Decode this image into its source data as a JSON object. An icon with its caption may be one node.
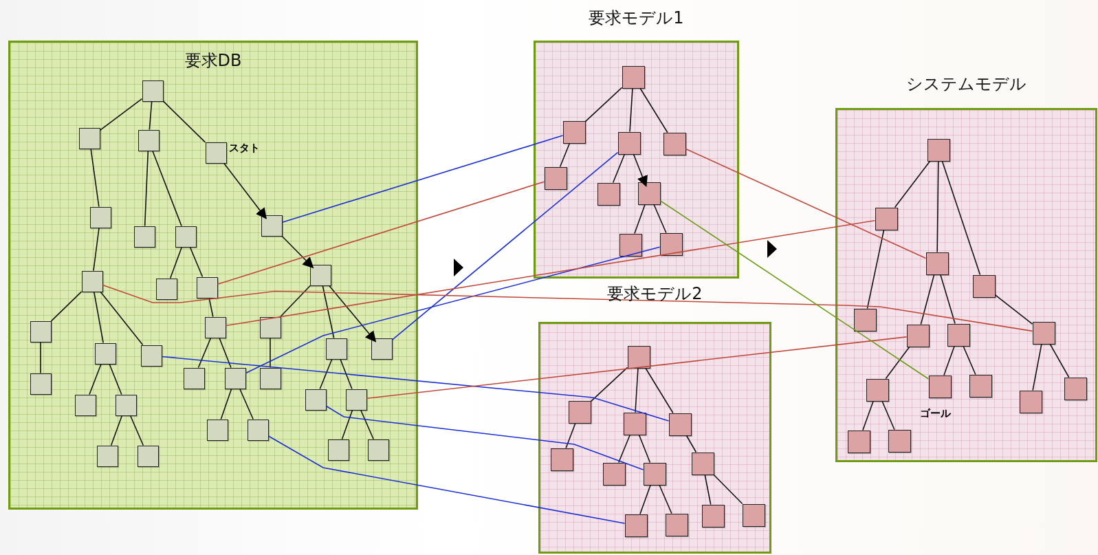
{
  "diagram": {
    "nodes": [
      {
        "text": [
          "要求DB"
        ]
      },
      {
        "text": [],
        "shape": "box",
        "in": 0
      },
      {
        "text": [],
        "shape": "box",
        "in": 0
      },
      {
        "text": [],
        "shape": "box",
        "in": 0
      },
      {
        "text": [],
        "shape": "box",
        "in": 0,
        "beside": [
          "スタト"
        ]
      },
      {
        "text": [],
        "shape": "box",
        "in": 0
      },
      {
        "text": [],
        "shape": "box",
        "in": 0
      },
      {
        "text": [],
        "shape": "box",
        "in": 0
      },
      {
        "text": [],
        "shape": "box",
        "in": 0
      },
      {
        "text": [],
        "shape": "box",
        "in": 0
      },
      {
        "text": [],
        "shape": "box",
        "in": 0
      },
      {
        "text": [],
        "shape": "box",
        "in": 0
      },
      {
        "text": [],
        "shape": "box",
        "in": 0
      },
      {
        "text": [],
        "shape": "box",
        "in": 0
      },
      {
        "text": [],
        "shape": "box",
        "in": 0
      },
      {
        "text": [],
        "shape": "box",
        "in": 0
      },
      {
        "text": [],
        "shape": "box",
        "in": 0
      },
      {
        "text": [],
        "shape": "box",
        "in": 0
      },
      {
        "text": [],
        "shape": "box",
        "in": 0
      },
      {
        "text": [],
        "shape": "box",
        "in": 0
      },
      {
        "text": [],
        "shape": "box",
        "in": 0
      },
      {
        "text": [],
        "shape": "box",
        "in": 0
      },
      {
        "text": [],
        "shape": "box",
        "in": 0
      },
      {
        "text": [],
        "shape": "box",
        "in": 0
      },
      {
        "text": [],
        "shape": "box",
        "in": 0
      },
      {
        "text": [],
        "shape": "box",
        "in": 0
      },
      {
        "text": [],
        "shape": "box",
        "in": 0
      },
      {
        "text": [],
        "shape": "box",
        "in": 0
      },
      {
        "text": [],
        "shape": "box",
        "in": 0
      },
      {
        "text": [],
        "shape": "box",
        "in": 0
      },
      {
        "text": [],
        "shape": "box",
        "in": 0
      },
      {
        "text": [],
        "shape": "box",
        "in": 0
      },
      {
        "text": [],
        "shape": "box",
        "in": 0
      },
      {
        "text": [],
        "shape": "box",
        "in": 0
      },
      {
        "text": [
          "要求モデル1"
        ]
      },
      {
        "text": [],
        "shape": "box",
        "in": 34
      },
      {
        "text": [],
        "shape": "box",
        "in": 34
      },
      {
        "text": [],
        "shape": "box",
        "in": 34
      },
      {
        "text": [],
        "shape": "box",
        "in": 34
      },
      {
        "text": [],
        "shape": "box",
        "in": 34
      },
      {
        "text": [],
        "shape": "box",
        "in": 34
      },
      {
        "text": [],
        "shape": "box",
        "in": 34
      },
      {
        "text": [],
        "shape": "box",
        "in": 34
      },
      {
        "text": [],
        "shape": "box",
        "in": 34
      },
      {
        "text": [
          "システムモデル"
        ]
      },
      {
        "text": [],
        "shape": "box",
        "in": 44
      },
      {
        "text": [],
        "shape": "box",
        "in": 44
      },
      {
        "text": [],
        "shape": "box",
        "in": 44
      },
      {
        "text": [],
        "shape": "box",
        "in": 44
      },
      {
        "text": [],
        "shape": "box",
        "in": 44
      },
      {
        "text": [],
        "shape": "box",
        "in": 44
      },
      {
        "text": [],
        "shape": "box",
        "in": 44
      },
      {
        "text": [],
        "shape": "box",
        "in": 44
      },
      {
        "text": [],
        "shape": "box",
        "in": 44
      },
      {
        "text": [],
        "shape": "box",
        "in": 44,
        "beside": [
          "ゴール"
        ]
      },
      {
        "text": [],
        "shape": "box",
        "in": 44
      },
      {
        "text": [],
        "shape": "box",
        "in": 44
      },
      {
        "text": [],
        "shape": "box",
        "in": 44
      },
      {
        "text": [],
        "shape": "box",
        "in": 44
      },
      {
        "text": [],
        "shape": "box",
        "in": 44
      },
      {
        "text": [
          "要求モデル2"
        ]
      },
      {
        "text": [],
        "shape": "box",
        "in": 60
      },
      {
        "text": [],
        "shape": "box",
        "in": 60
      },
      {
        "text": [],
        "shape": "box",
        "in": 60
      },
      {
        "text": [],
        "shape": "box",
        "in": 60
      },
      {
        "text": [],
        "shape": "box",
        "in": 60
      },
      {
        "text": [],
        "shape": "box",
        "in": 60
      },
      {
        "text": [],
        "shape": "box",
        "in": 60
      },
      {
        "text": [],
        "shape": "box",
        "in": 60
      },
      {
        "text": [],
        "shape": "box",
        "in": 60
      },
      {
        "text": [],
        "shape": "box",
        "in": 60
      },
      {
        "text": [],
        "shape": "box",
        "in": 60
      },
      {
        "text": [],
        "shape": "box",
        "in": 60
      }
    ],
    "edges": [
      {
        "from": 1,
        "to": 2,
        "arrow": "none"
      },
      {
        "from": 1,
        "to": 3,
        "arrow": "none"
      },
      {
        "from": 1,
        "to": 4,
        "arrow": "none"
      },
      {
        "from": 2,
        "to": 5,
        "arrow": "none"
      },
      {
        "from": 3,
        "to": 6,
        "arrow": "none"
      },
      {
        "from": 3,
        "to": 7,
        "arrow": "none"
      },
      {
        "from": 4,
        "to": 8,
        "arrow": "to"
      },
      {
        "from": 5,
        "to": 9,
        "arrow": "none"
      },
      {
        "from": 7,
        "to": 10,
        "arrow": "none"
      },
      {
        "from": 7,
        "to": 11,
        "arrow": "none"
      },
      {
        "from": 8,
        "to": 12,
        "arrow": "to"
      },
      {
        "from": 9,
        "to": 13,
        "arrow": "none"
      },
      {
        "from": 9,
        "to": 14,
        "arrow": "none"
      },
      {
        "from": 9,
        "to": 15,
        "arrow": "none"
      },
      {
        "from": 11,
        "to": 16,
        "arrow": "none"
      },
      {
        "from": 12,
        "to": 17,
        "arrow": "none"
      },
      {
        "from": 12,
        "to": 18,
        "arrow": "none"
      },
      {
        "from": 12,
        "to": 19,
        "arrow": "to"
      },
      {
        "from": 13,
        "to": 20,
        "arrow": "none"
      },
      {
        "from": 14,
        "to": 21,
        "arrow": "none"
      },
      {
        "from": 14,
        "to": 22,
        "arrow": "none"
      },
      {
        "from": 16,
        "to": 23,
        "arrow": "none"
      },
      {
        "from": 16,
        "to": 24,
        "arrow": "none"
      },
      {
        "from": 17,
        "to": 25,
        "arrow": "none"
      },
      {
        "from": 18,
        "to": 26,
        "arrow": "none"
      },
      {
        "from": 18,
        "to": 27,
        "arrow": "none"
      },
      {
        "from": 22,
        "to": 28,
        "arrow": "none"
      },
      {
        "from": 22,
        "to": 29,
        "arrow": "none"
      },
      {
        "from": 24,
        "to": 30,
        "arrow": "none"
      },
      {
        "from": 24,
        "to": 31,
        "arrow": "none"
      },
      {
        "from": 27,
        "to": 32,
        "arrow": "none"
      },
      {
        "from": 27,
        "to": 33,
        "arrow": "none"
      },
      {
        "from": 35,
        "to": 36,
        "arrow": "none"
      },
      {
        "from": 35,
        "to": 37,
        "arrow": "none"
      },
      {
        "from": 35,
        "to": 38,
        "arrow": "none"
      },
      {
        "from": 36,
        "to": 39,
        "arrow": "none"
      },
      {
        "from": 37,
        "to": 40,
        "arrow": "none"
      },
      {
        "from": 37,
        "to": 41,
        "arrow": "to"
      },
      {
        "from": 41,
        "to": 42,
        "arrow": "none"
      },
      {
        "from": 41,
        "to": 43,
        "arrow": "none"
      },
      {
        "from": 45,
        "to": 46,
        "arrow": "none"
      },
      {
        "from": 45,
        "to": 47,
        "arrow": "none"
      },
      {
        "from": 45,
        "to": 48,
        "arrow": "none"
      },
      {
        "from": 46,
        "to": 49,
        "arrow": "none"
      },
      {
        "from": 47,
        "to": 50,
        "arrow": "none"
      },
      {
        "from": 47,
        "to": 51,
        "arrow": "none"
      },
      {
        "from": 48,
        "to": 52,
        "arrow": "none"
      },
      {
        "from": 50,
        "to": 53,
        "arrow": "none"
      },
      {
        "from": 51,
        "to": 54,
        "arrow": "none"
      },
      {
        "from": 51,
        "to": 55,
        "arrow": "none"
      },
      {
        "from": 52,
        "to": 56,
        "arrow": "none"
      },
      {
        "from": 52,
        "to": 57,
        "arrow": "none"
      },
      {
        "from": 53,
        "to": 58,
        "arrow": "none"
      },
      {
        "from": 53,
        "to": 59,
        "arrow": "none"
      },
      {
        "from": 61,
        "to": 62,
        "arrow": "none"
      },
      {
        "from": 61,
        "to": 63,
        "arrow": "none"
      },
      {
        "from": 61,
        "to": 64,
        "arrow": "none"
      },
      {
        "from": 62,
        "to": 65,
        "arrow": "none"
      },
      {
        "from": 63,
        "to": 66,
        "arrow": "none"
      },
      {
        "from": 63,
        "to": 67,
        "arrow": "none"
      },
      {
        "from": 64,
        "to": 68,
        "arrow": "none"
      },
      {
        "from": 67,
        "to": 69,
        "arrow": "none"
      },
      {
        "from": 67,
        "to": 70,
        "arrow": "none"
      },
      {
        "from": 68,
        "to": 71,
        "arrow": "none"
      },
      {
        "from": 68,
        "to": 72,
        "arrow": "none"
      },
      {
        "from": 8,
        "to": 36,
        "arrow": "none",
        "color": "#1a2ed6"
      },
      {
        "from": 19,
        "to": 37,
        "arrow": "none",
        "color": "#1a2ed6"
      },
      {
        "from": 24,
        "to": 43,
        "arrow": "none",
        "color": "#1a2ed6"
      },
      {
        "from": 15,
        "to": 64,
        "arrow": "none",
        "color": "#1a2ed6"
      },
      {
        "from": 26,
        "to": 67,
        "arrow": "none",
        "color": "#1a2ed6"
      },
      {
        "from": 31,
        "to": 69,
        "arrow": "none",
        "color": "#1a2ed6"
      },
      {
        "from": 11,
        "to": 39,
        "arrow": "none",
        "color": "#c0483a"
      },
      {
        "from": 9,
        "to": 52,
        "arrow": "none",
        "color": "#c0483a"
      },
      {
        "from": 16,
        "to": 46,
        "arrow": "none",
        "color": "#c0483a"
      },
      {
        "from": 27,
        "to": 50,
        "arrow": "none",
        "color": "#c0483a"
      },
      {
        "from": 38,
        "to": 47,
        "arrow": "none",
        "color": "#c0483a"
      },
      {
        "from": 41,
        "to": 54,
        "arrow": "none",
        "color": "#6a9a10"
      }
    ]
  }
}
